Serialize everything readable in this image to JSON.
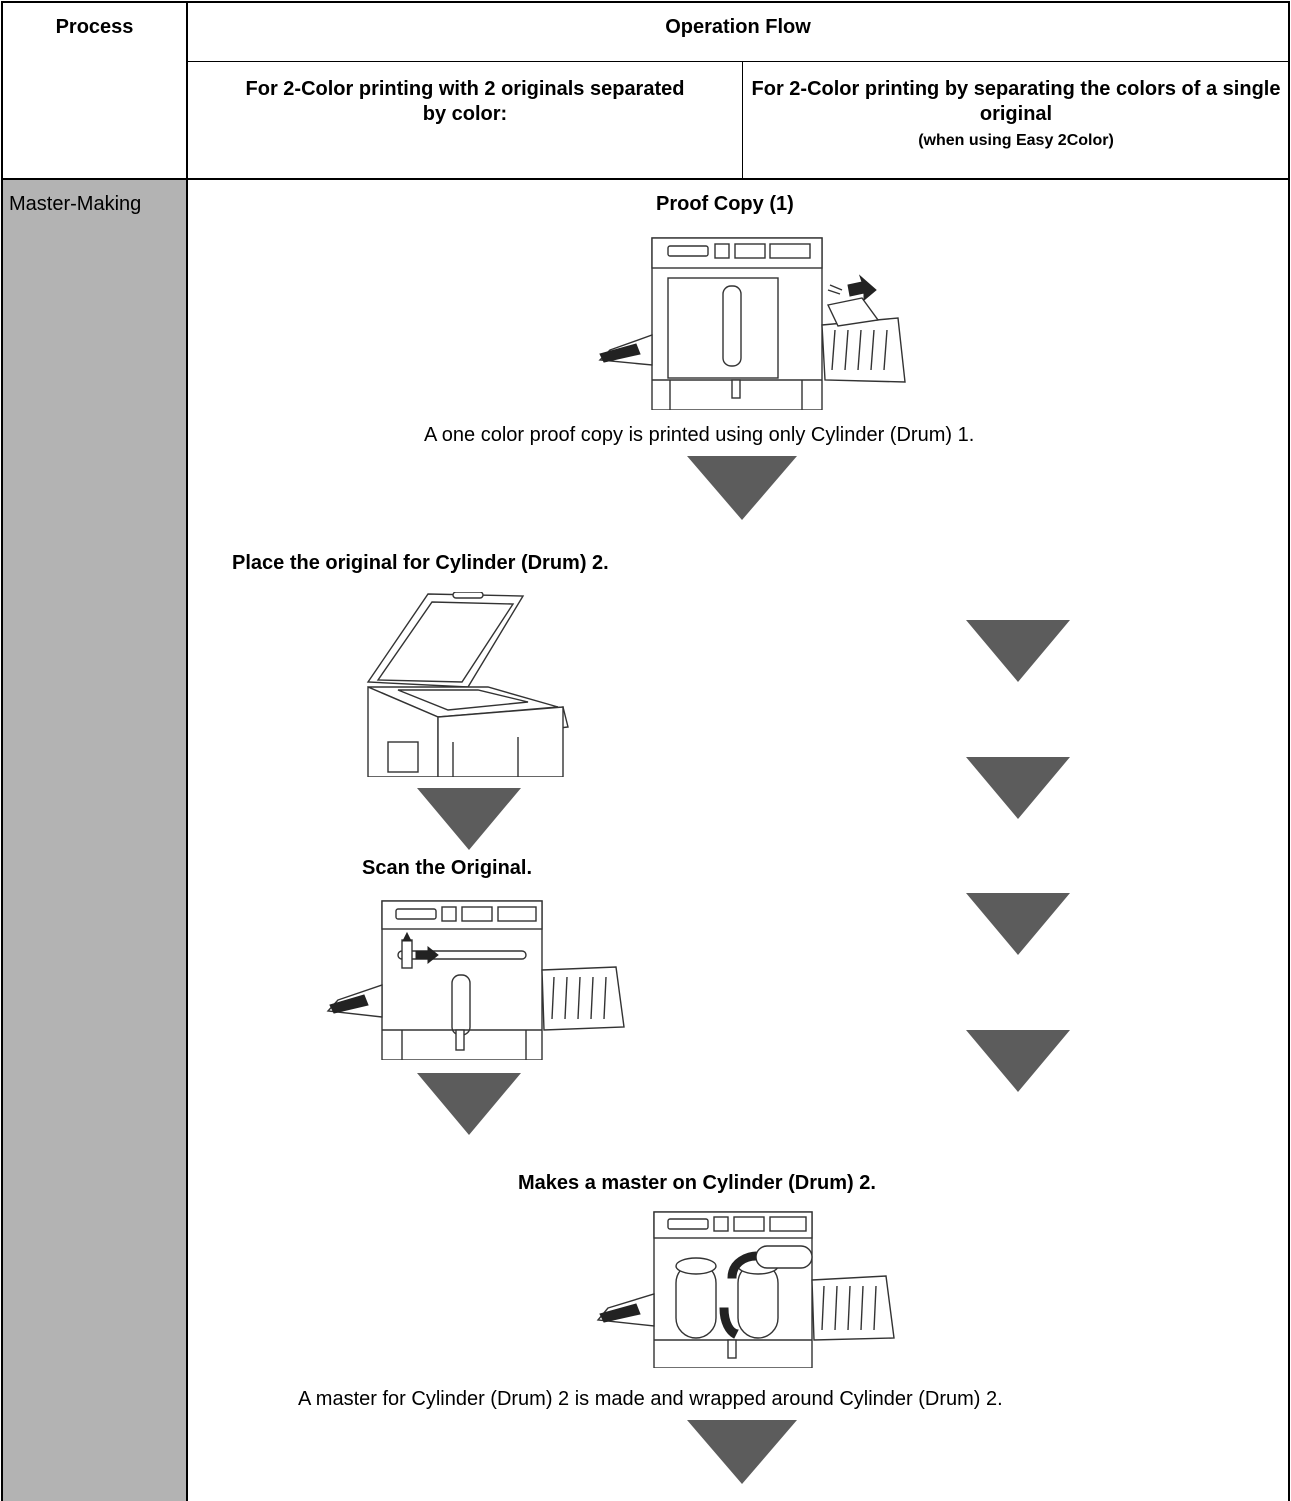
{
  "table": {
    "header": {
      "process_label": "Process",
      "operation_flow_label": "Operation Flow",
      "col_left_title": "For 2-Color printing with 2 originals separated by color:",
      "col_right_title": "For 2-Color printing by separating the colors of a single original",
      "col_right_subtitle": "(when using Easy 2Color)"
    },
    "process_cell": "Master-Making"
  },
  "steps": {
    "proof_copy_title": "Proof Copy (1)",
    "proof_copy_text": "A one color proof copy is printed using only Cylinder (Drum) 1.",
    "place_original_title": "Place the original for Cylinder (Drum) 2.",
    "scan_title": "Scan the Original.",
    "make_master_title": "Makes a master on Cylinder (Drum) 2.",
    "make_master_text": "A master for Cylinder (Drum) 2 is made and wrapped around Cylinder (Drum) 2."
  },
  "colors": {
    "arrow": "#5c5c5c",
    "process_column": "#b3b3b3"
  },
  "icons": [
    "printer-proof-copy-icon",
    "scanner-open-lid-icon",
    "printer-scan-icon",
    "printer-master-drum-icon"
  ]
}
